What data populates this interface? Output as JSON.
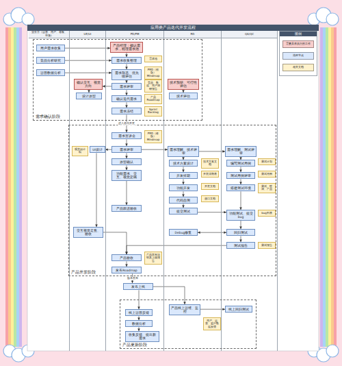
{
  "diagram": {
    "title": "应用类产品迭代开发流程",
    "nodes": [
      {
        "text": [
          "业务方（运营、用户、老板、市场）"
        ]
      },
      {
        "text": [
          "UE/UI"
        ]
      },
      {
        "text": [
          "PD/PM"
        ]
      },
      {
        "text": [
          "RD"
        ]
      },
      {
        "text": [
          "QA/QC"
        ]
      },
      {
        "text": [
          "需求确认阶段"
        ]
      },
      {
        "text": [
          "产品开发阶段"
        ]
      },
      {
        "text": [
          "产品更新阶段"
        ]
      },
      {
        "text": [
          "用户需求收集"
        ],
        "in": 5
      },
      {
        "text": [
          "竞品分析研究"
        ],
        "in": 5
      },
      {
        "text": [
          "运营数据分析"
        ],
        "in": 5
      },
      {
        "text": [
          "确认交互、视觉方向"
        ],
        "in": 5
      },
      {
        "text": [
          "设计原型"
        ],
        "in": 5
      },
      {
        "text": [
          "产品经理：确认需求，梳理需求池"
        ],
        "in": 5
      },
      {
        "text": [
          "需求收集整理"
        ],
        "in": 5
      },
      {
        "text": [
          "需求筛选、优先级评估"
        ],
        "in": 5
      },
      {
        "text": [
          "需求评审"
        ],
        "in": 5
      },
      {
        "text": [
          "确认迭代需求"
        ],
        "in": 5
      },
      {
        "text": [
          "需求冻结"
        ],
        "in": 5
      },
      {
        "text": [
          "需求池"
        ],
        "in": 5
      },
      {
        "text": [
          "PRD（初版） Mindmap"
        ],
        "in": 5
      },
      {
        "text": [
          "竞品、数据、用户调研报告"
        ],
        "in": 5
      },
      {
        "text": [
          "产品 Roadmap"
        ],
        "in": 5
      },
      {
        "text": [
          "Sprint Backlog"
        ],
        "in": 5
      },
      {
        "text": [
          "技术预研、可行性评估"
        ],
        "in": 5
      },
      {
        "text": [
          "技术评估"
        ],
        "in": 5
      },
      {
        "text": [
          "需求宣讲会"
        ],
        "in": 6
      },
      {
        "text": [
          "PRD（终版） Mindmap"
        ],
        "in": 6
      },
      {
        "text": [
          "视觉设计稿"
        ],
        "in": 6
      },
      {
        "text": [
          "UI设计"
        ],
        "in": 6
      },
      {
        "text": [
          "需求评审"
        ],
        "in": 6
      },
      {
        "text": [
          "原型确认"
        ],
        "in": 6
      },
      {
        "text": [
          "功能需求、交互、视觉定稿"
        ],
        "in": 6
      },
      {
        "text": [
          "产品跟进验收"
        ],
        "in": 6
      },
      {
        "text": [
          "需求理解、技术评审"
        ],
        "in": 6
      },
      {
        "text": [
          "技术方案设计"
        ],
        "in": 6
      },
      {
        "text": [
          "开发排期"
        ],
        "in": 6
      },
      {
        "text": [
          "功能开发"
        ],
        "in": 6
      },
      {
        "text": [
          "代码自测"
        ],
        "in": 6
      },
      {
        "text": [
          "提交测试"
        ],
        "in": 6
      },
      {
        "text": [
          "Debug修复"
        ],
        "in": 6
      },
      {
        "text": [
          "技术方案文档"
        ],
        "in": 6
      },
      {
        "text": [
          "开发排期表"
        ],
        "in": 6
      },
      {
        "text": [
          "开发文档"
        ],
        "in": 6
      },
      {
        "text": [
          "接口文档"
        ],
        "in": 6
      },
      {
        "text": [
          "需求理解、测试评审"
        ],
        "in": 6
      },
      {
        "text": [
          "编写测试用例"
        ],
        "in": 6
      },
      {
        "text": [
          "测试用例评审"
        ],
        "in": 6
      },
      {
        "text": [
          "搭建测试环境"
        ],
        "in": 6
      },
      {
        "text": [
          "功能测试、提交bug"
        ],
        "in": 6
      },
      {
        "text": [
          "回归测试"
        ],
        "in": 6
      },
      {
        "text": [
          "测试报告"
        ],
        "in": 6
      },
      {
        "text": [
          "测试计划"
        ],
        "in": 6
      },
      {
        "text": [
          "测试用例"
        ],
        "in": 6
      },
      {
        "text": [
          "测试、联调、产品"
        ],
        "in": 6
      },
      {
        "text": [
          "bug列表"
        ],
        "in": 6
      },
      {
        "text": [
          "测试报告"
        ],
        "in": 6
      },
      {
        "text": [
          "交互视觉走查、验收"
        ],
        "in": 6
      },
      {
        "text": [
          "产品验收"
        ],
        "in": 6
      },
      {
        "text": [
          "产品发布说明及上线报告"
        ],
        "in": 6
      },
      {
        "text": [
          "发布Roadmap"
        ],
        "in": 6
      },
      {
        "text": [
          "发布上线"
        ]
      },
      {
        "text": [
          "线上运营反馈"
        ],
        "in": 7
      },
      {
        "text": [
          "数据分析"
        ],
        "in": 7
      },
      {
        "text": [
          "收集反馈、提出新需求"
        ],
        "in": 7
      },
      {
        "text": [
          "产品线上运维、监控"
        ],
        "in": 7
      },
      {
        "text": [
          "用户、运营、监控数据反馈"
        ],
        "in": 7
      },
      {
        "text": [
          "线上回归测试"
        ],
        "in": 7
      }
    ],
    "edges": [
      {
        "from": 8,
        "to": 13,
        "arrow": "to"
      },
      {
        "from": 9,
        "to": 14,
        "arrow": "to"
      },
      {
        "from": 10,
        "to": 15,
        "arrow": "to"
      },
      {
        "from": 13,
        "to": 14,
        "arrow": "to"
      },
      {
        "from": 14,
        "to": 15,
        "arrow": "to"
      },
      {
        "from": 15,
        "to": 16,
        "arrow": "to"
      },
      {
        "from": 16,
        "to": 17,
        "arrow": "to"
      },
      {
        "from": 17,
        "to": 18,
        "arrow": "to"
      },
      {
        "from": 16,
        "to": 11,
        "arrow": "to"
      },
      {
        "from": 11,
        "to": 12,
        "arrow": "to"
      },
      {
        "from": 24,
        "to": 25,
        "arrow": "to"
      },
      {
        "from": 18,
        "to": 26,
        "label": "进入迭代开发",
        "arrow": "to"
      },
      {
        "from": 26,
        "to": 30,
        "arrow": "to"
      },
      {
        "from": 30,
        "to": 31,
        "arrow": "to"
      },
      {
        "from": 31,
        "to": 32,
        "arrow": "to"
      },
      {
        "from": 32,
        "to": 33,
        "arrow": "to"
      },
      {
        "from": 30,
        "to": 29,
        "arrow": "to"
      },
      {
        "from": 30,
        "to": 34,
        "arrow": "to"
      },
      {
        "from": 34,
        "to": 45,
        "arrow": "to"
      },
      {
        "from": 34,
        "to": 35,
        "arrow": "to"
      },
      {
        "from": 35,
        "to": 36,
        "arrow": "to"
      },
      {
        "from": 36,
        "to": 37,
        "arrow": "to"
      },
      {
        "from": 37,
        "to": 38,
        "arrow": "to"
      },
      {
        "from": 38,
        "to": 39,
        "arrow": "to"
      },
      {
        "from": 45,
        "to": 46,
        "arrow": "to"
      },
      {
        "from": 46,
        "to": 47,
        "arrow": "to"
      },
      {
        "from": 47,
        "to": 48,
        "arrow": "to"
      },
      {
        "from": 48,
        "to": 49,
        "arrow": "to"
      },
      {
        "from": 39,
        "to": 49,
        "arrow": "to"
      },
      {
        "from": 49,
        "to": 50,
        "arrow": "to"
      },
      {
        "from": 40,
        "to": 50,
        "arrow": "both"
      },
      {
        "from": 50,
        "to": 51,
        "arrow": "to"
      },
      {
        "from": 51,
        "to": 58,
        "arrow": "to"
      },
      {
        "from": 29,
        "to": 57,
        "arrow": "to"
      },
      {
        "from": 57,
        "to": 58,
        "arrow": "to"
      },
      {
        "from": 58,
        "to": 60,
        "arrow": "to"
      },
      {
        "from": 60,
        "to": 61,
        "label": "版本发布",
        "arrow": "to"
      },
      {
        "from": 61,
        "to": 62,
        "arrow": "to"
      },
      {
        "from": 61,
        "to": 65,
        "arrow": "to"
      },
      {
        "from": 62,
        "to": 63,
        "arrow": "to"
      },
      {
        "from": 63,
        "to": 64,
        "arrow": "to"
      },
      {
        "from": 65,
        "to": 67,
        "arrow": "to"
      }
    ],
    "labels": [
      "图例"
    ],
    "legend": [
      {
        "text": "需要具体执行的工作",
        "color": "#f8cecc"
      },
      {
        "text": "流程节点",
        "color": "#dae8fc"
      },
      {
        "text": "相关文档",
        "color": "#fff2cc"
      }
    ]
  }
}
